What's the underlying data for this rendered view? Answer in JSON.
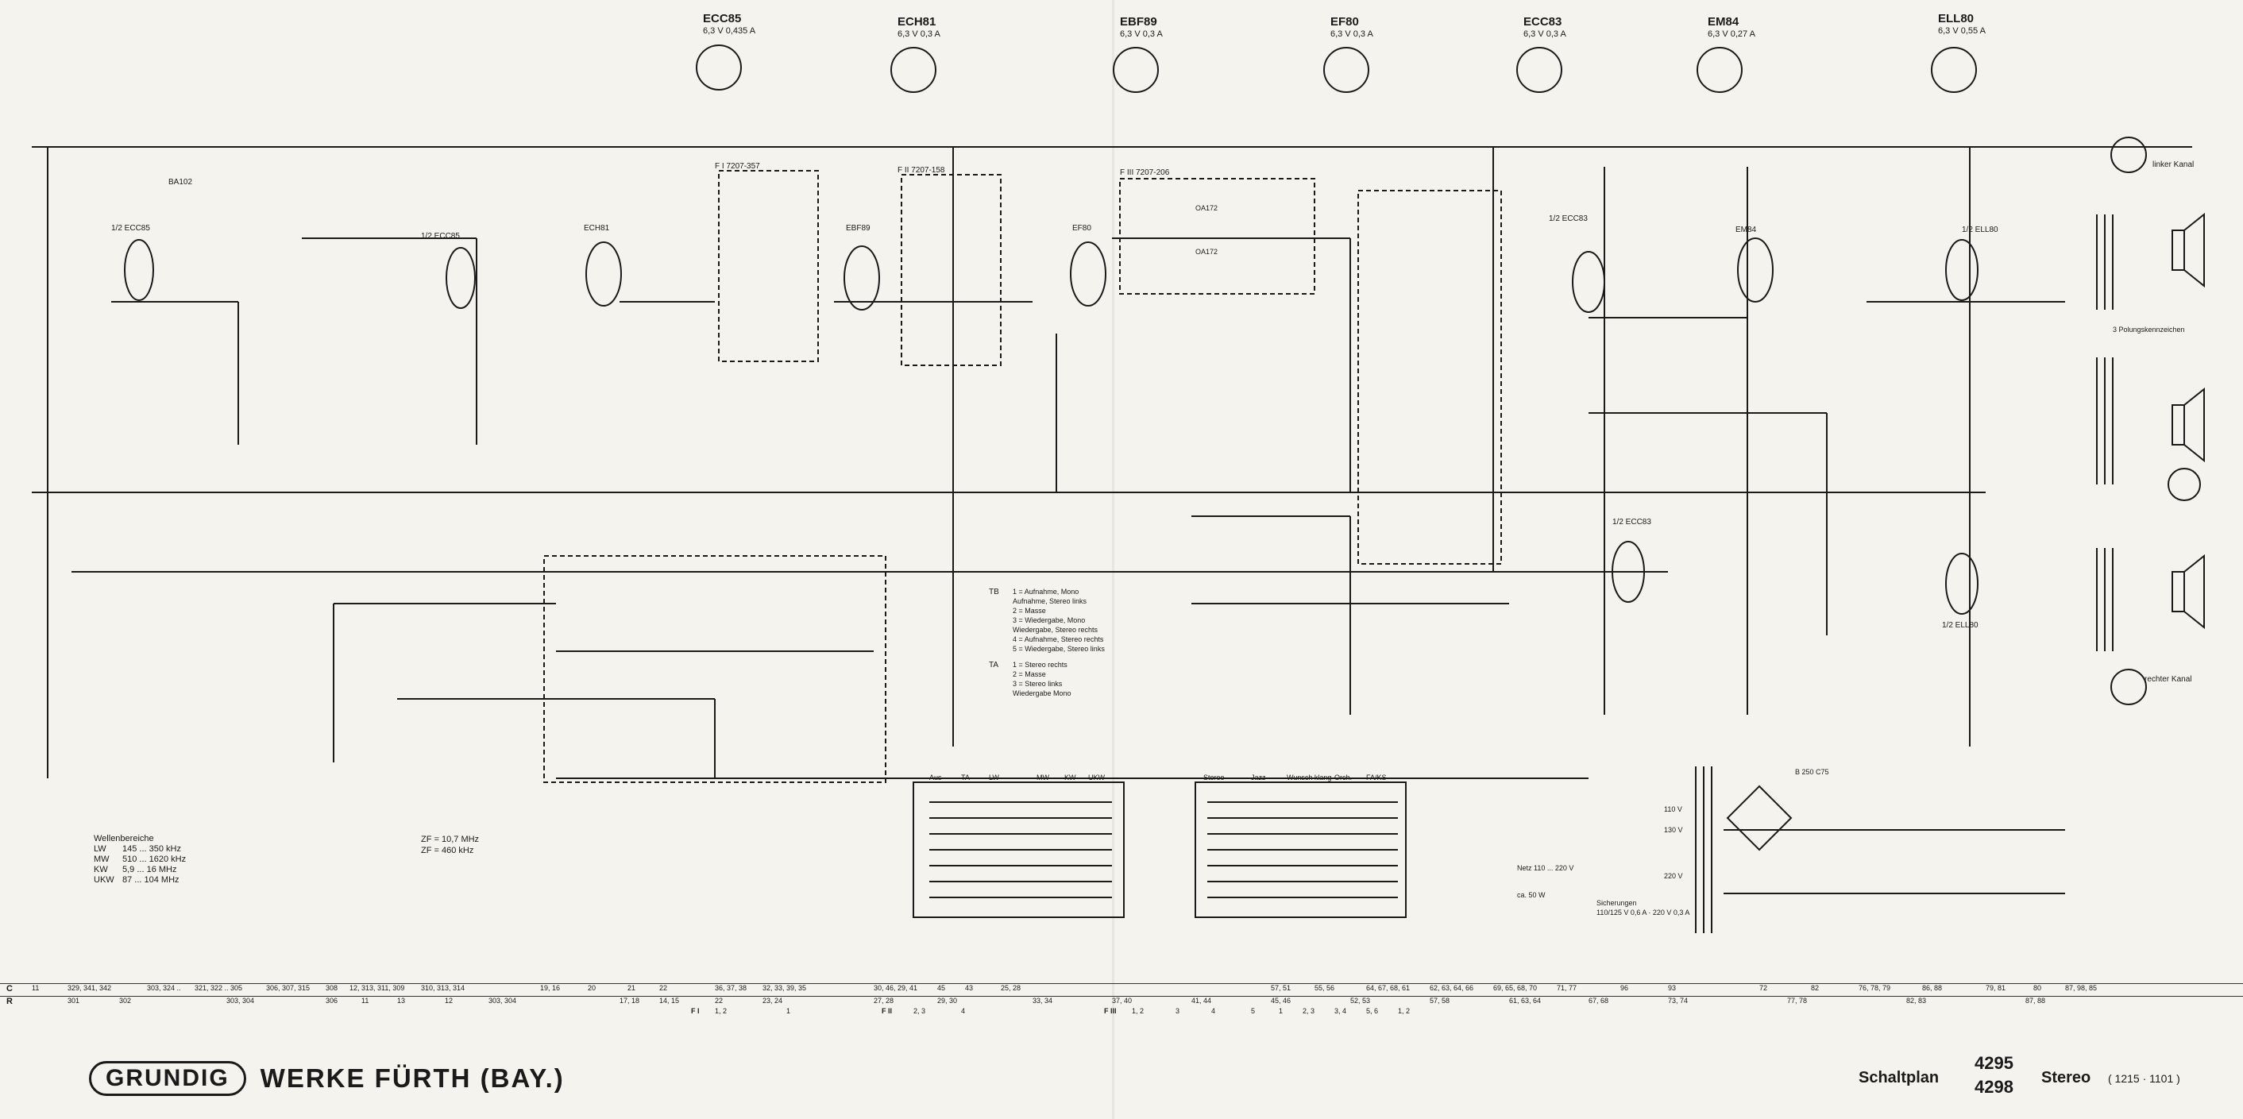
{
  "brand": {
    "logo": "GRUNDIG",
    "works": "WERKE FÜRTH (BAY.)"
  },
  "plan": {
    "label": "Schaltplan",
    "model_1": "4295",
    "model_2": "4298",
    "stereo": "Stereo",
    "code": "( 1215 · 1101 )"
  },
  "tubes": [
    {
      "name": "ECC85",
      "spec": "6,3 V 0,435 A"
    },
    {
      "name": "ECH81",
      "spec": "6,3 V 0,3 A"
    },
    {
      "name": "EBF89",
      "spec": "6,3 V 0,3 A"
    },
    {
      "name": "EF80",
      "spec": "6,3 V 0,3 A"
    },
    {
      "name": "ECC83",
      "spec": "6,3 V 0,3 A"
    },
    {
      "name": "EM84",
      "spec": "6,3 V 0,27 A"
    },
    {
      "name": "ELL80",
      "spec": "6,3 V 0,55 A"
    }
  ],
  "stages": [
    {
      "name": "1/2 ECC85",
      "ref": "ECC85"
    },
    {
      "name": "1/2 ECC85",
      "ref": "ECC85"
    },
    {
      "name": "ECH81",
      "ref": "ECH81"
    },
    {
      "name": "EBF89",
      "ref": "EBF89"
    },
    {
      "name": "EF80",
      "ref": "EF80"
    },
    {
      "name": "1/2 ECC83",
      "ref": "ECC83"
    },
    {
      "name": "1/2 ECC83",
      "ref": "ECC83"
    },
    {
      "name": "EM84",
      "ref": "EM84"
    },
    {
      "name": "1/2 ELL80",
      "ref": "ELL80"
    },
    {
      "name": "1/2 ELL80",
      "ref": "ELL80"
    }
  ],
  "filters": [
    {
      "name": "F I 7207-357"
    },
    {
      "name": "F II 7207-158"
    },
    {
      "name": "F III 7207-206"
    }
  ],
  "speakers": {
    "left": "linker Kanal",
    "right": "rechter Kanal",
    "polarity": "3 Polungskennzeichen"
  },
  "diodes": [
    "OA172",
    "OA172",
    "BA102",
    "B 250 C75"
  ],
  "mains": {
    "voltages": [
      "110 V",
      "130 V",
      "220 V"
    ],
    "fuses_label": "Sicherungen",
    "fuse_spec": "110/125 V 0,6 A · 220 V 0,3 A",
    "power": "ca. 50 W",
    "netz": "Netz 110 ... 220 V"
  },
  "wavebands": {
    "title": "Wellenbereiche",
    "rows": [
      {
        "band": "LW",
        "range": "145 ... 350 kHz"
      },
      {
        "band": "MW",
        "range": "510 ... 1620 kHz"
      },
      {
        "band": "KW",
        "range": "5,9 ... 16 MHz"
      },
      {
        "band": "UKW",
        "range": "87 ... 104 MHz"
      }
    ]
  },
  "zf": [
    "ZF = 10,7 MHz",
    "ZF = 460 kHz"
  ],
  "switches": {
    "bands": [
      "Aus",
      "TA",
      "LW",
      "MW",
      "KW",
      "UKW"
    ],
    "tone": [
      "Stereo",
      "Jazz",
      "Wunsch klang",
      "Orch.",
      "FA/KS"
    ]
  },
  "jacks": {
    "tb_title": "TB",
    "tb": [
      "1 = Aufnahme, Mono",
      "Aufnahme, Stereo links",
      "2 = Masse",
      "3 = Wiedergabe, Mono",
      "Wiedergabe, Stereo rechts",
      "4 = Aufnahme, Stereo rechts",
      "5 = Wiedergabe, Stereo links"
    ],
    "ta_title": "TA",
    "ta": [
      "1 = Stereo rechts",
      "2 = Masse",
      "3 = Stereo links",
      "Wiedergabe Mono"
    ]
  },
  "position_rows": {
    "c_label": "C",
    "r_label": "R",
    "c": [
      "11",
      "329, 341, 342",
      "303, 324 ..",
      "321, 322 .. 305",
      "306, 307, 315",
      "308",
      "12, 313, 311, 309",
      "310, 313, 314",
      "19, 16",
      "20",
      "21",
      "22",
      "36, 37, 38",
      "32, 33, 39, 35",
      "30, 46, 29, 41",
      "45",
      "43",
      "25, 28",
      "57, 51",
      "55, 56",
      "64, 67, 68, 61",
      "62, 63, 64, 66",
      "69, 65, 68, 70",
      "71, 77",
      "96",
      "93",
      "72",
      "82",
      "76, 78, 79",
      "86, 88",
      "79, 81",
      "80",
      "87, 98, 85"
    ],
    "r": [
      "301",
      "302",
      "303, 304",
      "306",
      "11",
      "13",
      "12",
      "303, 304",
      "17, 18",
      "14, 15",
      "22",
      "23, 24",
      "27, 28",
      "29, 30",
      "33, 34",
      "37, 40",
      "41, 44",
      "45, 46",
      "52, 53",
      "57, 58",
      "61, 63, 64",
      "67, 68",
      "73, 74",
      "77, 78",
      "82, 83",
      "87, 88"
    ],
    "filter_marks": [
      "F I",
      "F II",
      "F III"
    ],
    "filter_ranges": [
      "1, 2",
      "1",
      "2, 3",
      "4",
      "1, 2",
      "3",
      "4",
      "5",
      "1",
      "2, 3",
      "3, 4",
      "5, 6",
      "1, 2"
    ]
  }
}
